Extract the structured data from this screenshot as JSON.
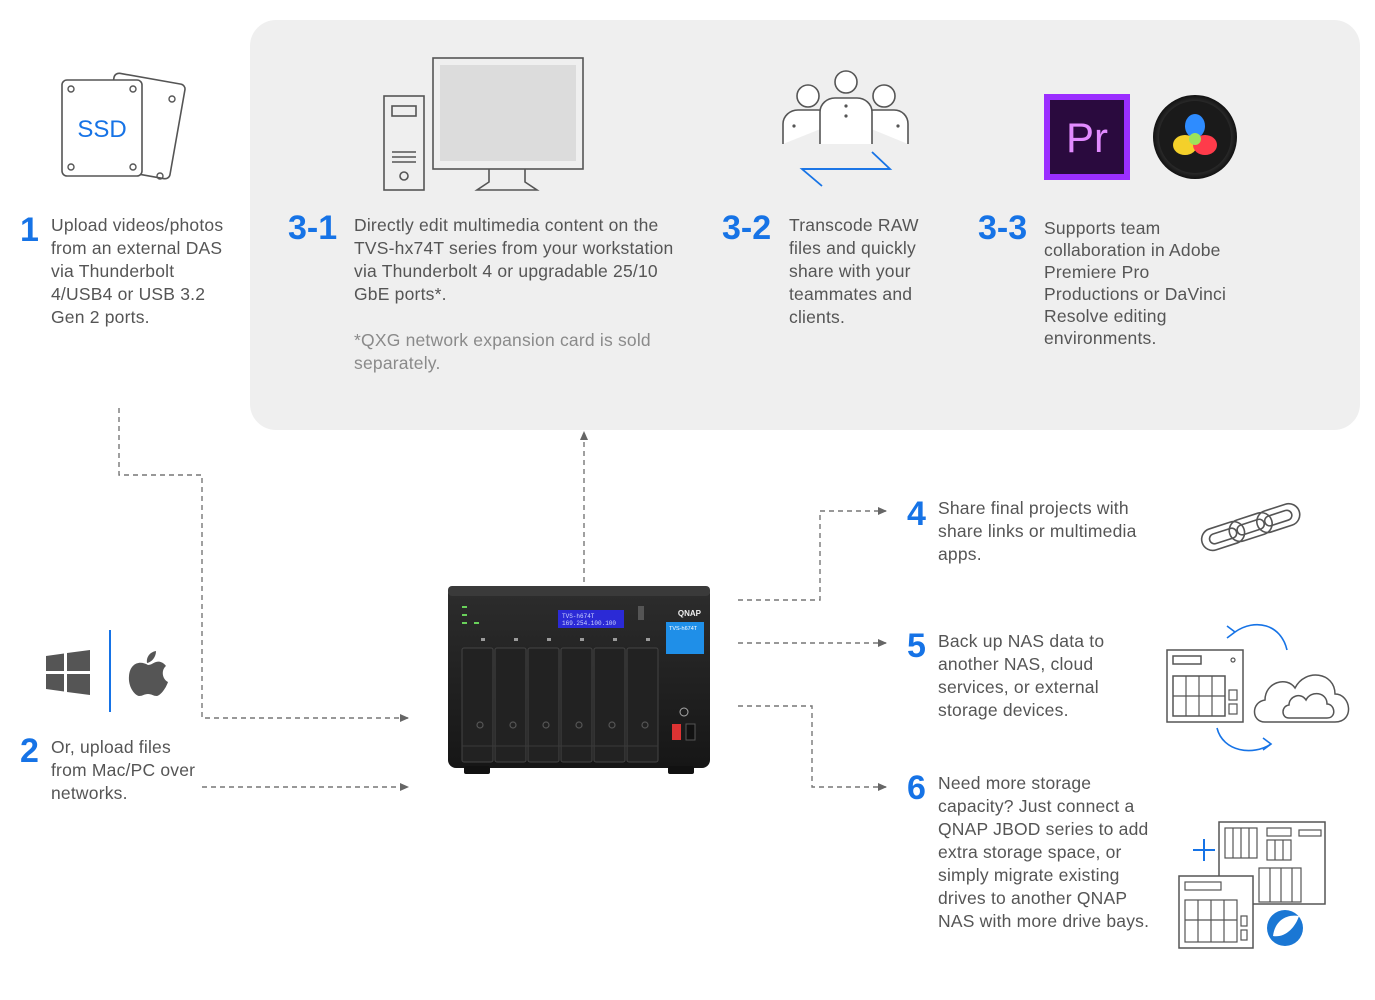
{
  "steps": {
    "s1": {
      "number": "1",
      "text": "Upload videos/photos from an external DAS via Thunderbolt 4/USB4 or USB 3.2 Gen 2 ports."
    },
    "s2": {
      "number": "2",
      "text": "Or, upload files from Mac/PC over networks."
    },
    "s3_1": {
      "number": "3-1",
      "text": "Directly edit multimedia content on the TVS-hx74T series from your workstation via Thunderbolt 4 or upgradable 25/10 GbE ports*.",
      "note": "*QXG network expansion card is sold separately."
    },
    "s3_2": {
      "number": "3-2",
      "text": "Transcode RAW files and quickly share with your teammates and clients."
    },
    "s3_3": {
      "number": "3-3",
      "text": "Supports team collaboration in Adobe Premiere Pro Productions or DaVinci Resolve editing environments."
    },
    "s4": {
      "number": "4",
      "text": "Share final projects with share links or multimedia apps."
    },
    "s5": {
      "number": "5",
      "text": "Back up NAS data to another NAS, cloud services, or external storage devices."
    },
    "s6": {
      "number": "6",
      "text": "Need more storage capacity? Just connect a QNAP JBOD series to add extra storage space, or simply migrate existing drives to another QNAP NAS with more drive bays."
    }
  },
  "icons": {
    "ssd_label": "SSD",
    "premiere_label": "Pr",
    "windows": "windows-logo-icon",
    "apple": "apple-logo-icon",
    "workstation": "workstation-icon",
    "team": "team-icon",
    "davinci": "davinci-resolve-logo-icon",
    "link": "link-chain-icon",
    "backup": "nas-cloud-backup-icon",
    "jbod": "jbod-expansion-icon"
  },
  "nas": {
    "brand": "QNAP",
    "model": "TVS-h674T",
    "lcd_line1": "TVS-h674T",
    "lcd_line2": "169.254.100.100"
  },
  "colors": {
    "accent": "#1673e6",
    "text": "#555555",
    "note": "#8a8a8a",
    "panel": "#efefef",
    "premiere_bg": "#2a0a3e",
    "premiere_fg": "#e28bff"
  }
}
